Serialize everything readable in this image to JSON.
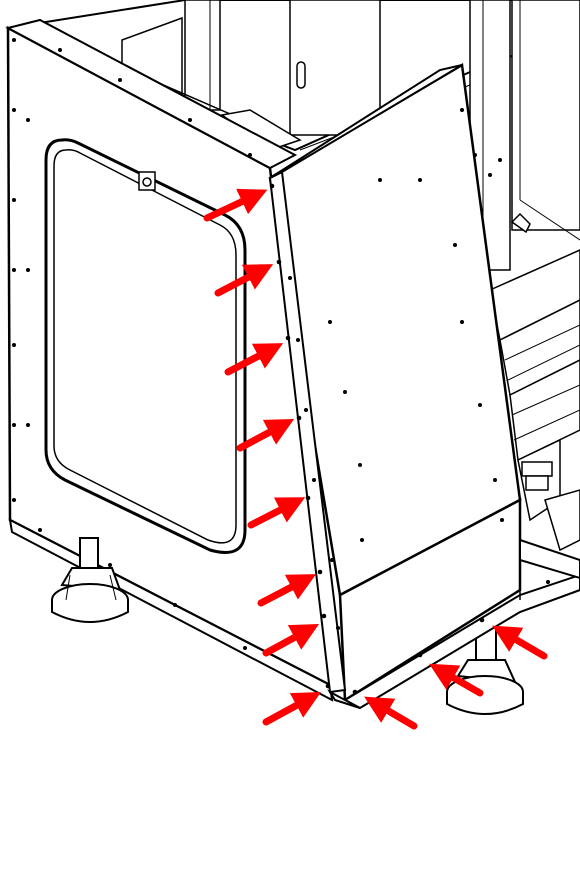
{
  "figure": {
    "subject": "machine-enclosure-side-panel",
    "line_color": "#000000",
    "fill_color": "#ffffff",
    "arrow_color": "#ff0000",
    "arrow_count": 10,
    "arrow_targets": [
      "panel-edge-screw-1",
      "panel-edge-screw-2",
      "panel-edge-screw-3",
      "panel-edge-screw-4",
      "panel-edge-screw-5",
      "panel-edge-screw-6",
      "panel-edge-screw-7",
      "bottom-corner-screw",
      "base-plate-screw-1",
      "base-plate-screw-2"
    ]
  }
}
